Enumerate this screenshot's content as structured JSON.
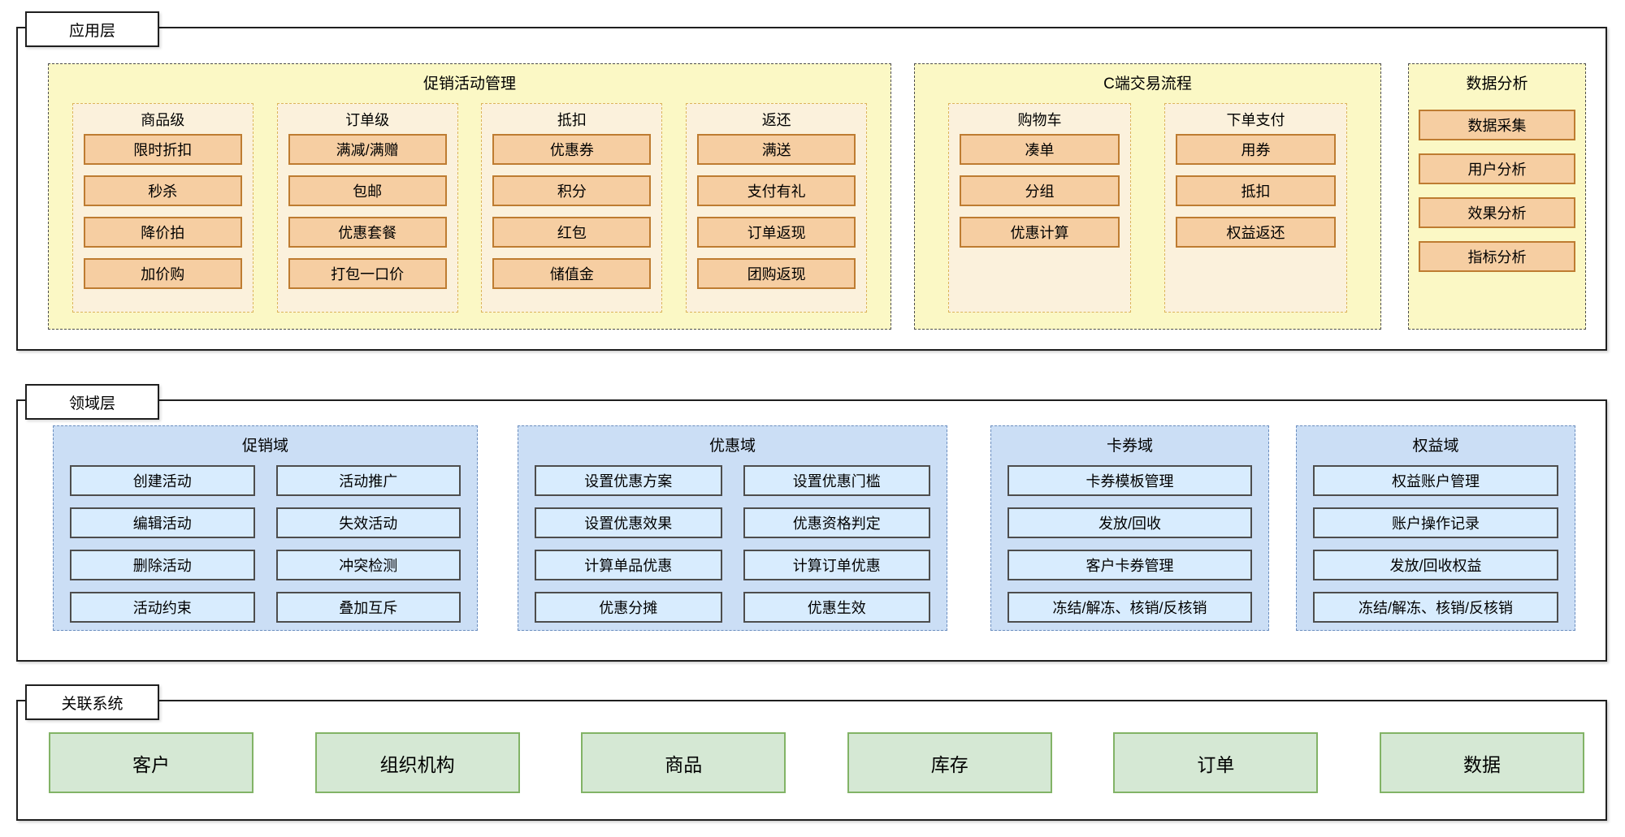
{
  "layers": {
    "app": {
      "tab": "应用层",
      "sections": [
        {
          "title": "促销活动管理",
          "columns": [
            {
              "title": "商品级",
              "items": [
                "限时折扣",
                "秒杀",
                "降价拍",
                "加价购"
              ]
            },
            {
              "title": "订单级",
              "items": [
                "满减/满赠",
                "包邮",
                "优惠套餐",
                "打包一口价"
              ]
            },
            {
              "title": "抵扣",
              "items": [
                "优惠券",
                "积分",
                "红包",
                "储值金"
              ]
            },
            {
              "title": "返还",
              "items": [
                "满送",
                "支付有礼",
                "订单返现",
                "团购返现"
              ]
            }
          ]
        },
        {
          "title": "C端交易流程",
          "columns": [
            {
              "title": "购物车",
              "items": [
                "凑单",
                "分组",
                "优惠计算"
              ]
            },
            {
              "title": "下单支付",
              "items": [
                "用券",
                "抵扣",
                "权益返还"
              ]
            }
          ]
        },
        {
          "title": "数据分析",
          "items": [
            "数据采集",
            "用户分析",
            "效果分析",
            "指标分析"
          ]
        }
      ]
    },
    "domain": {
      "tab": "领域层",
      "sections": [
        {
          "title": "促销域",
          "items": [
            "创建活动",
            "活动推广",
            "编辑活动",
            "失效活动",
            "删除活动",
            "冲突检测",
            "活动约束",
            "叠加互斥"
          ]
        },
        {
          "title": "优惠域",
          "items": [
            "设置优惠方案",
            "设置优惠门槛",
            "设置优惠效果",
            "优惠资格判定",
            "计算单品优惠",
            "计算订单优惠",
            "优惠分摊",
            "优惠生效"
          ]
        },
        {
          "title": "卡券域",
          "items": [
            "卡券模板管理",
            "发放/回收",
            "客户卡券管理",
            "冻结/解冻、核销/反核销"
          ]
        },
        {
          "title": "权益域",
          "items": [
            "权益账户管理",
            "账户操作记录",
            "发放/回收权益",
            "冻结/解冻、核销/反核销"
          ]
        }
      ]
    },
    "systems": {
      "tab": "关联系统",
      "items": [
        "客户",
        "组织机构",
        "商品",
        "库存",
        "订单",
        "数据"
      ]
    }
  },
  "colors": {
    "yellow_section_fill": "#FBF8C5",
    "cream_subsection_fill": "#FBF1DC",
    "cream_subsection_border": "#DCB45C",
    "orange_box_fill": "#F6CEA2",
    "orange_box_border": "#BE7C31",
    "blue_section_fill": "#CBDEF5",
    "blue_section_border": "#6C8EBF",
    "blue_box_fill": "#D8ECFE",
    "blue_box_border": "#4D4D4D",
    "green_box_fill": "#D5E8D4",
    "green_box_border": "#82B366",
    "outline": "#1F1F1F"
  }
}
